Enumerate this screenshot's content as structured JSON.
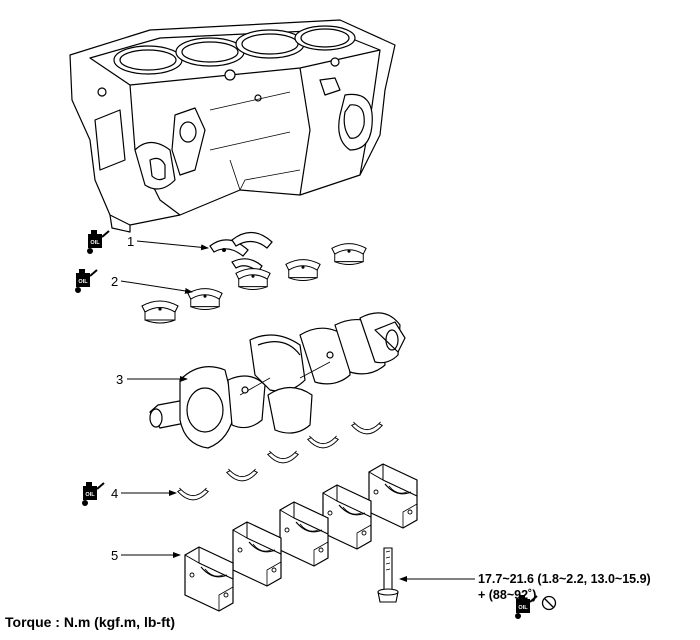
{
  "callouts": {
    "c1": "1",
    "c2": "2",
    "c3": "3",
    "c4": "4",
    "c5": "5"
  },
  "bolt_spec": {
    "torque": "17.7~21.6 (1.8~2.2, 13.0~15.9)",
    "angle": "+ (88~92˚)"
  },
  "footer": {
    "torque_units": "Torque : N.m (kgf.m, lb-ft)"
  },
  "icons": {
    "oil_can": "oil-can-icon",
    "oil_text": "OIL",
    "no_reuse": "prohibited-icon"
  },
  "colors": {
    "line": "#000000",
    "background": "#ffffff"
  }
}
